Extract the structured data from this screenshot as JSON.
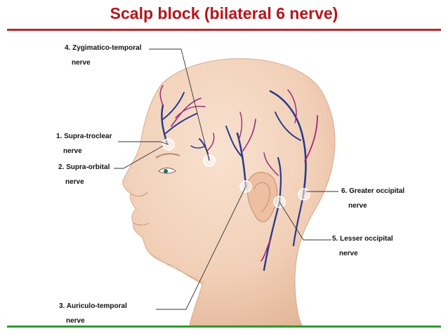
{
  "title": "Scalp block (bilateral 6 nerve)",
  "colors": {
    "title": "#b8141a",
    "top_rule": "#c0282a",
    "bottom_rule": "#2e9a2e",
    "skin": "#f2d3bc",
    "nerve_blue": "#2a3a8c",
    "nerve_purple": "#9c2a7a"
  },
  "labels": [
    {
      "id": "zygomatico-temporal",
      "line1": "4. Zygimatico-temporal",
      "line2": "nerve"
    },
    {
      "id": "supra-troclear",
      "line1": "1. Supra-troclear",
      "line2": "nerve"
    },
    {
      "id": "supra-orbital",
      "line1": "2. Supra-orbital",
      "line2": "nerve"
    },
    {
      "id": "greater-occipital",
      "line1": "6. Greater occipital",
      "line2": "nerve"
    },
    {
      "id": "lesser-occipital",
      "line1": "5. Lesser occipital",
      "line2": "nerve"
    },
    {
      "id": "auriculo-temporal",
      "line1": "3. Auriculo-temporal",
      "line2": "nerve"
    }
  ]
}
